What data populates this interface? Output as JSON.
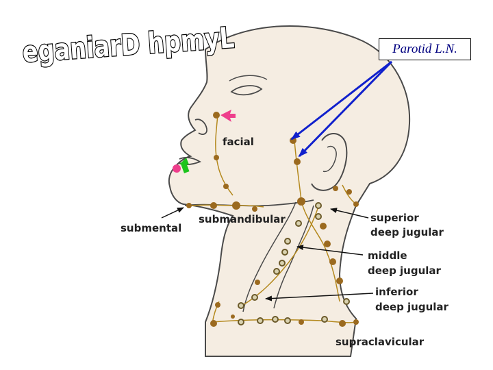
{
  "title": "eganiarD hpmyL",
  "callout": "Parotid L.N.",
  "labels": {
    "facial": "facial",
    "submental": "submental",
    "submandibular": "submandibular",
    "superior_1": "superior",
    "superior_2": "deep jugular",
    "middle_1": "middle",
    "middle_2": "deep jugular",
    "inferior_1": "inferior",
    "inferior_2": "deep jugular",
    "supraclavicular": "supraclavicular"
  },
  "colors": {
    "skin": "#f5ede2",
    "outline": "#4a4a4a",
    "node": "#9b6a1f",
    "node_hollow": "#d9d2b0",
    "vessel": "#b4891e",
    "callout_arrow": "#1020cc",
    "pink_marker": "#ee3e8c",
    "green_marker": "#1cc41c"
  }
}
